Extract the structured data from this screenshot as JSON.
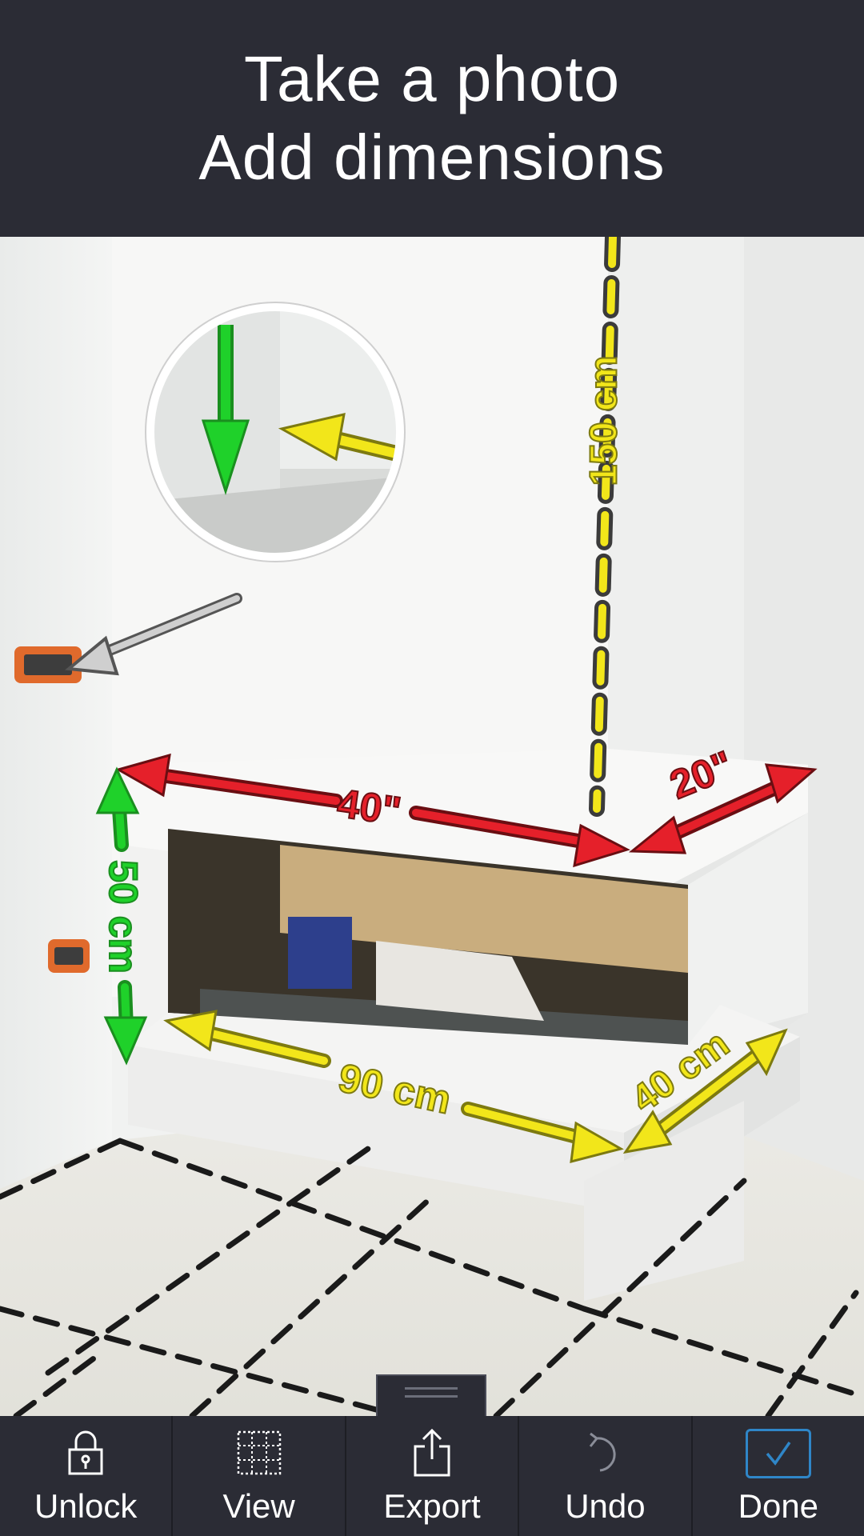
{
  "header": {
    "line1": "Take a photo",
    "line2": "Add dimensions"
  },
  "measurements": {
    "height_total": "150 cm",
    "width_front": "40\"",
    "depth_side": "20\"",
    "height_opening": "50 cm",
    "width_base": "90 cm",
    "depth_base": "40 cm"
  },
  "toolbar": {
    "unlock": {
      "label": "Unlock",
      "icon": "padlock-icon"
    },
    "view": {
      "label": "View",
      "icon": "grid-view-icon"
    },
    "export": {
      "label": "Export",
      "icon": "share-export-icon"
    },
    "undo": {
      "label": "Undo",
      "icon": "undo-arrow-icon"
    },
    "done": {
      "label": "Done",
      "icon": "checkmark-icon"
    }
  },
  "colors": {
    "accent": "#2f86c8",
    "red": "#e5202a",
    "green": "#1fd12a",
    "yellow": "#f2e61a",
    "background": "#2b2c35"
  }
}
